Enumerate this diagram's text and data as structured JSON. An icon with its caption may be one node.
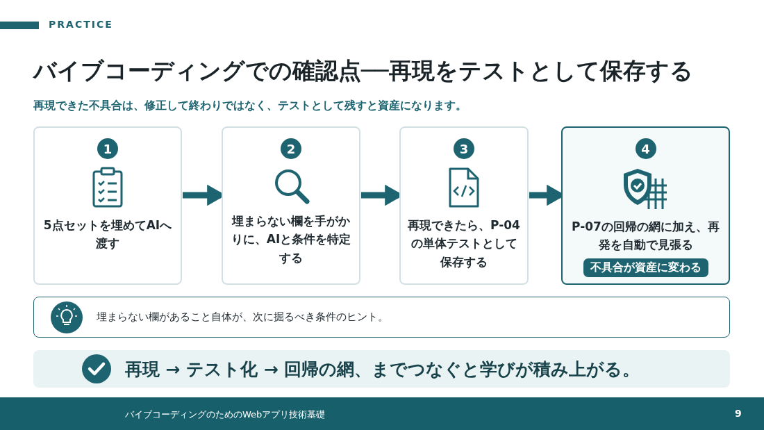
{
  "diagram": {
    "title": "バイブコーディングでの確認点──再現をテストとして保存する",
    "nodes": [
      {
        "text": [
          "1",
          "5点セットを埋めてAIへ渡す"
        ]
      },
      {
        "text": [
          "2",
          "埋まらない欄を手がかりに、AIと条件を特定する"
        ]
      },
      {
        "text": [
          "3",
          "再現できたら、P-04の単体テストとして保存する"
        ]
      },
      {
        "text": [
          "4",
          "P-07の回帰の網に加え、再発を自動で見張る",
          "不具合が資産に変わる"
        ]
      },
      {
        "text": [
          "埋まらない欄があること自体が、次に掘るべき条件のヒント。"
        ]
      },
      {
        "text": [
          "再現 → テスト化 → 回帰の網、までつなぐと学びが積み上がる。"
        ]
      }
    ],
    "edges": [
      {
        "from": 0,
        "to": 1,
        "arrow": "to"
      },
      {
        "from": 1,
        "to": 2,
        "arrow": "to"
      },
      {
        "from": 2,
        "to": 3,
        "arrow": "to"
      }
    ],
    "labels": [
      "PRACTICE",
      "再現できた不具合は、修正して終わりではなく、テストとして残すと資産になります。",
      "バイブコーディングのためのWebアプリ技術基礎",
      "9"
    ]
  }
}
